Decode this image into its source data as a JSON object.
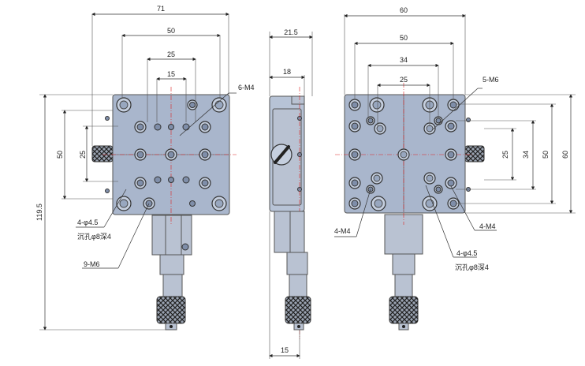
{
  "dims": {
    "front_width": "71",
    "front_holes_50": "50",
    "front_holes_25": "25",
    "front_holes_15": "15",
    "front_left_50": "50",
    "front_left_25": "25",
    "total_height": "119.5",
    "side_width": "21.5",
    "side_18": "18",
    "side_bottom": "15",
    "right_width": "60",
    "right_50": "50",
    "right_34": "34",
    "right_25": "25",
    "right_v25": "25",
    "right_v34": "34",
    "right_v50": "50",
    "right_v60": "60"
  },
  "callouts": {
    "front_tap": "6-M4",
    "front_cbore_count": "4-φ4.5",
    "front_cbore_desc": "沉孔φ8深4",
    "front_m6": "9-M6",
    "right_m6": "5-M6",
    "right_m4_left": "4-M4",
    "right_m4_right": "4-M4",
    "right_cbore_count": "4-φ4.5",
    "right_cbore_desc": "沉孔φ8深4"
  },
  "colors": {
    "plate": "#a9b6cc",
    "centerline": "#dd2222"
  }
}
